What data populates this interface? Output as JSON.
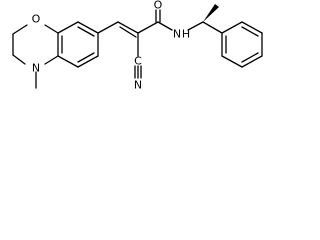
{
  "molecule": {
    "atoms": {
      "ring_oxygen": "O",
      "ring_nitrogen": "N",
      "n_methyl": "",
      "amide_oxygen": "O",
      "amide_nitrogen": "N",
      "amide_hydrogen": "H",
      "cyano_nitrogen": "N",
      "cyano_carbon": "C"
    },
    "stereo": {
      "alpha_methyl_bond": "wedge"
    }
  }
}
